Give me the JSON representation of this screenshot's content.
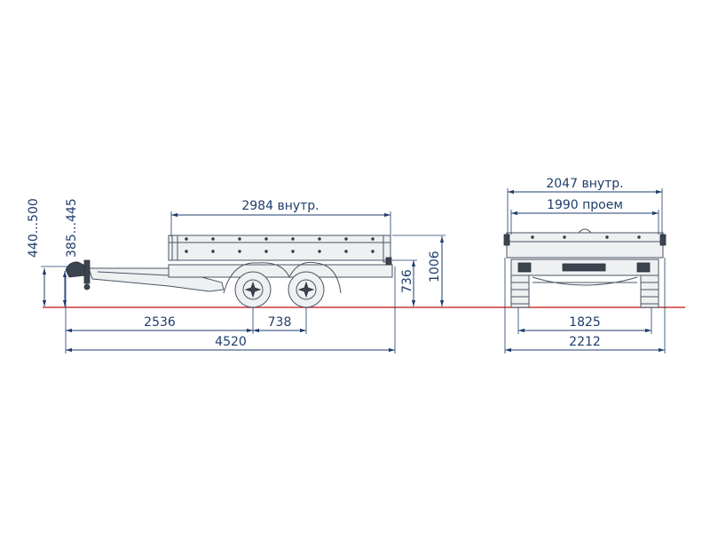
{
  "colors": {
    "dimension": "#1f3d6b",
    "ground_line": "#c83a3a",
    "outline": "#4a5563"
  },
  "side_view": {
    "dims": {
      "inner_length": "2984 внутр.",
      "coupling_height": "440...500",
      "drawbar_height": "385...445",
      "platform_height": "736",
      "total_height": "1006",
      "coupling_to_axle": "2536",
      "axle_spacing": "738",
      "total_length": "4520"
    }
  },
  "rear_view": {
    "dims": {
      "inner_width": "2047 внутр.",
      "opening_width": "1990 проем",
      "track_width": "1825",
      "total_width": "2212"
    }
  }
}
